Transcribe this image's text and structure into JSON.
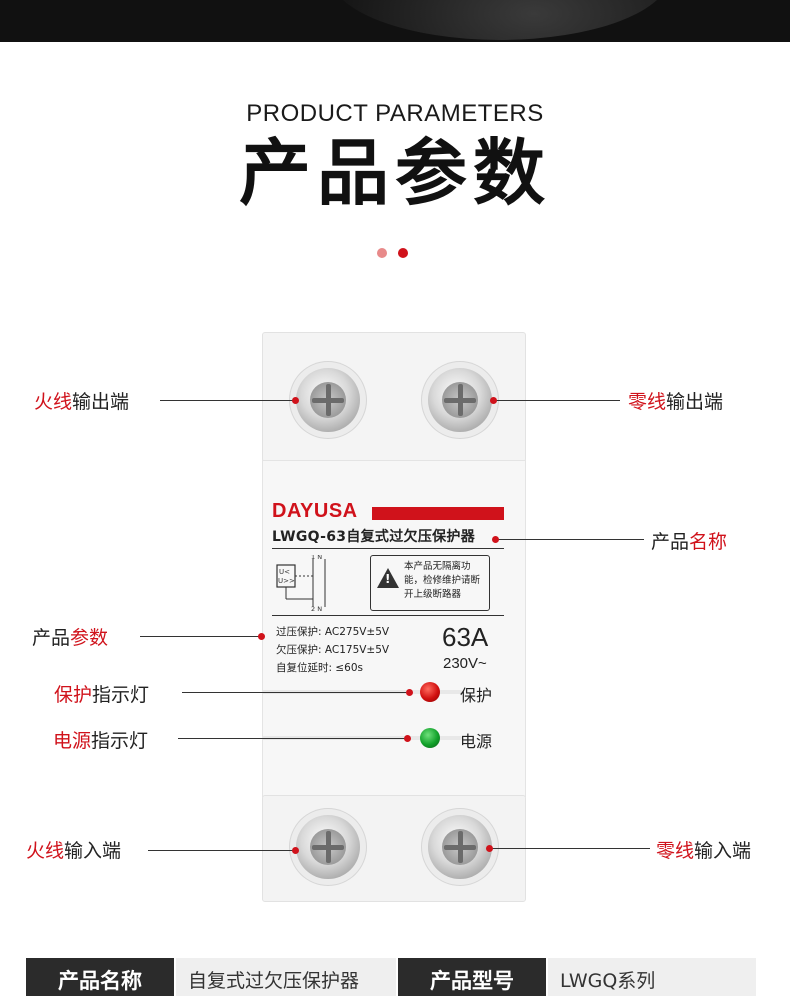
{
  "header": {
    "title_en": "PRODUCT PARAMETERS",
    "title_cn": "产品参数"
  },
  "device": {
    "brand": "DAYUSA",
    "model_label": "LWGQ-63自复式过欠压保护器",
    "schematic": {
      "top_label": "1 N",
      "bottom_label": "2 N",
      "box_text_1": "U<",
      "box_text_2": "U>>"
    },
    "warning_text": "本产品无隔离功能，检修维护请断开上级断路器",
    "specs": [
      "过压保护:  AC275V±5V",
      "欠压保护:  AC175V±5V",
      "自复位延时:   ≤60s"
    ],
    "rating": "63A",
    "voltage": "230V~",
    "indicator_protect": "保护",
    "indicator_power": "电源",
    "led_colors": {
      "protect": "#d11010",
      "power": "#12a12a"
    }
  },
  "callouts": {
    "live_out": {
      "red": "火线",
      "black": "输出端"
    },
    "neutral_out": {
      "red": "零线",
      "black": "输出端"
    },
    "product_name": {
      "black": "产品",
      "red": "名称"
    },
    "product_params": {
      "black": "产品",
      "red": "参数"
    },
    "protect_light": {
      "red": "保护",
      "black": "指示灯"
    },
    "power_light": {
      "red": "电源",
      "black": "指示灯"
    },
    "live_in": {
      "red": "火线",
      "black": "输入端"
    },
    "neutral_in": {
      "red": "零线",
      "black": "输入端"
    }
  },
  "table": {
    "name_header": "产品名称",
    "name_value": "自复式过欠压保护器",
    "type_header": "产品型号",
    "type_value": "LWGQ系列"
  },
  "colors": {
    "accent": "#d0121b",
    "dark": "#2b2b2b"
  }
}
